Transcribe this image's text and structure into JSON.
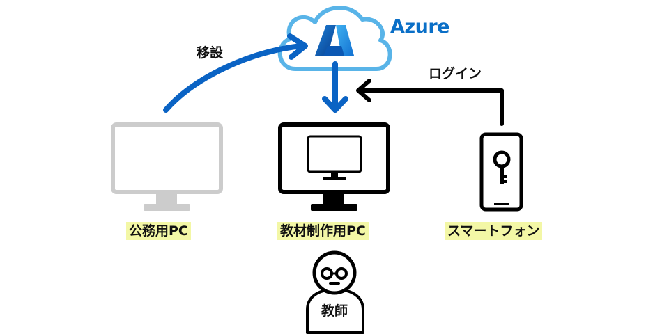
{
  "cloud": {
    "name": "Azure"
  },
  "arrows": {
    "migrate_label": "移設",
    "login_label": "ログイン"
  },
  "devices": {
    "office_pc": "公務用PC",
    "teaching_pc": "教材制作用PC",
    "smartphone": "スマートフォン"
  },
  "person": {
    "label": "教師"
  },
  "colors": {
    "arrow_blue": "#0a63c4",
    "cloud_stroke": "#59b4e8",
    "azure_text": "#0a6fc7",
    "label_highlight": "#f3f7a6",
    "inactive_device": "#cccccc",
    "active_device": "#000000"
  }
}
